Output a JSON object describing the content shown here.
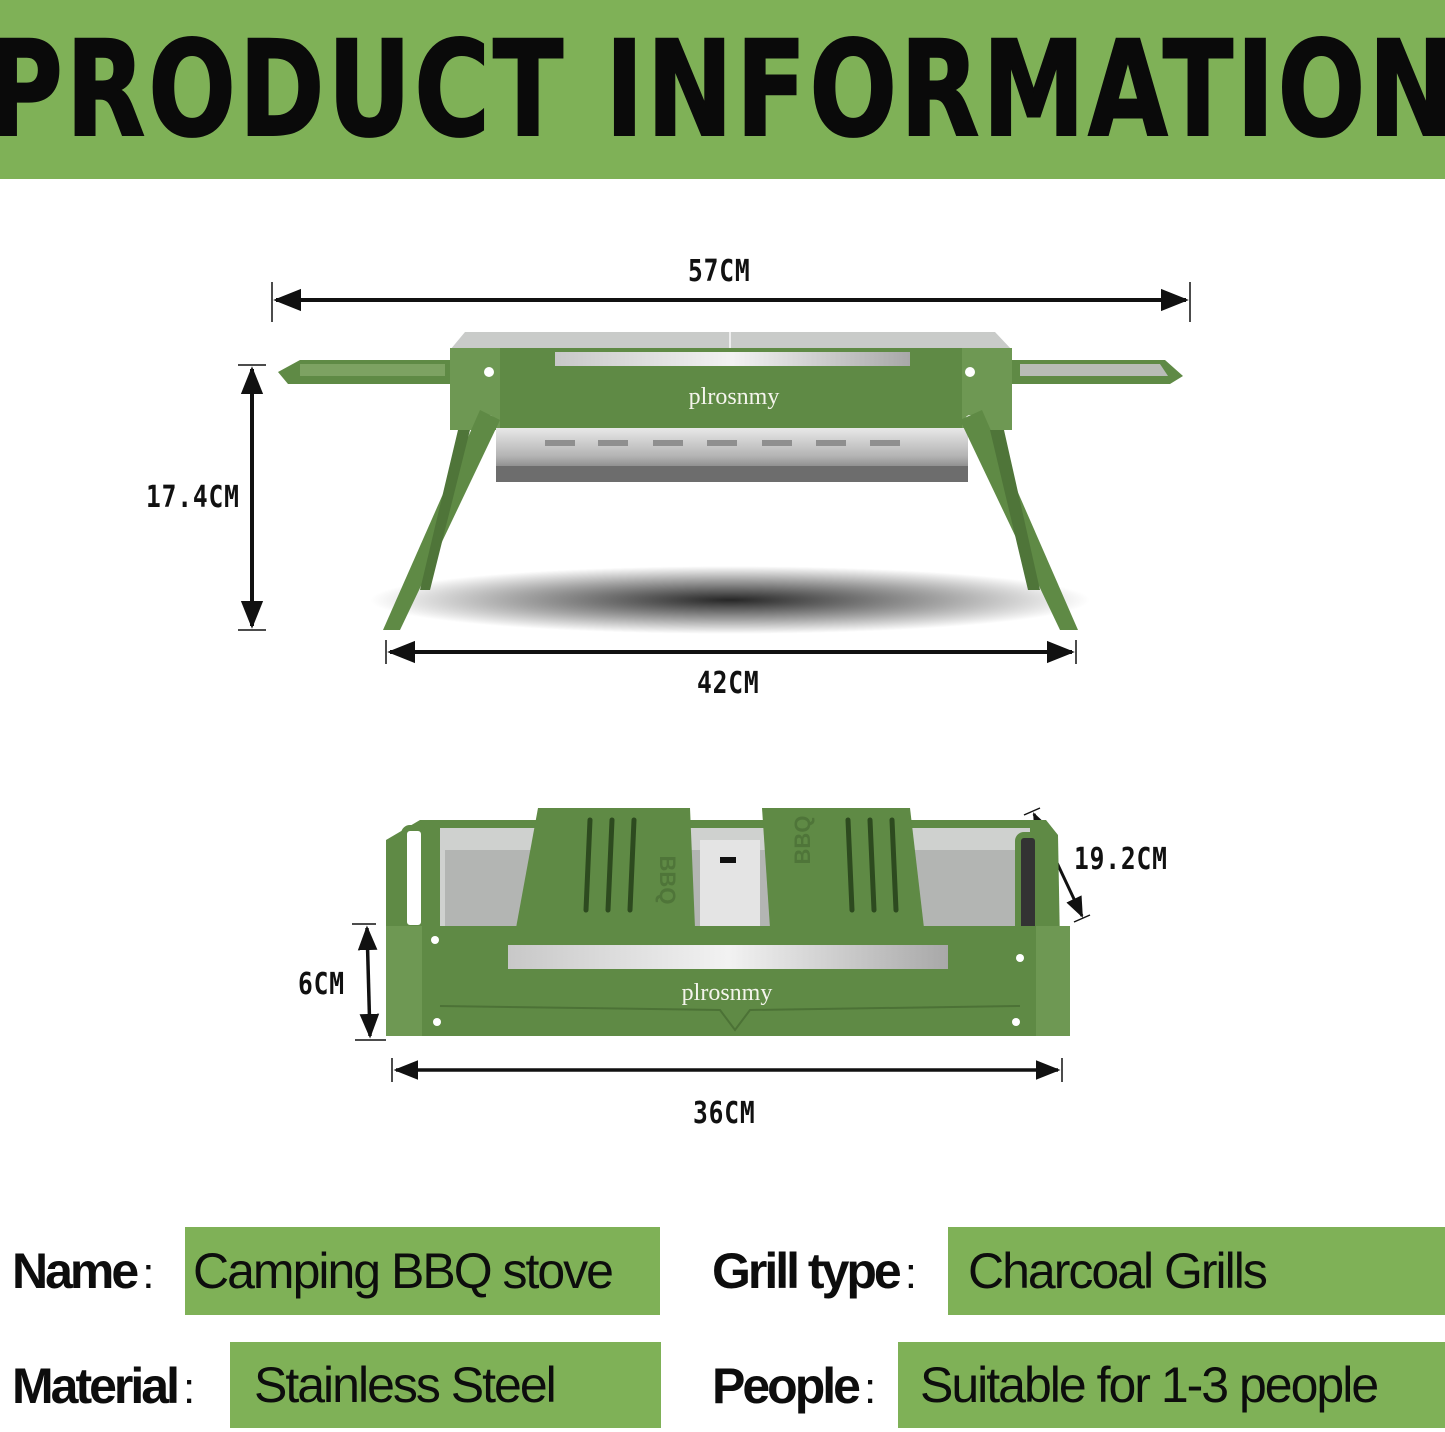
{
  "header": {
    "title": "PRODUCT INFORMATION"
  },
  "colors": {
    "accent_green": "#7fb157",
    "grill_green": "#5f8a45",
    "text": "#0d0d0d"
  },
  "illustration_top": {
    "brand": "plrosnmy",
    "dimensions": {
      "width_total": "57CM",
      "height": "17.4CM",
      "leg_span": "42CM"
    }
  },
  "illustration_bottom": {
    "brand": "plrosnmy",
    "lid_mark": "BBQ",
    "dimensions": {
      "depth": "19.2CM",
      "height": "6CM",
      "width": "36CM"
    }
  },
  "specs": [
    {
      "label": "Name",
      "value": "Camping BBQ stove"
    },
    {
      "label": "Material",
      "value": "Stainless Steel"
    },
    {
      "label": "Grill type",
      "value": "Charcoal Grills"
    },
    {
      "label": "People",
      "value": "Suitable for 1-3 people"
    }
  ]
}
